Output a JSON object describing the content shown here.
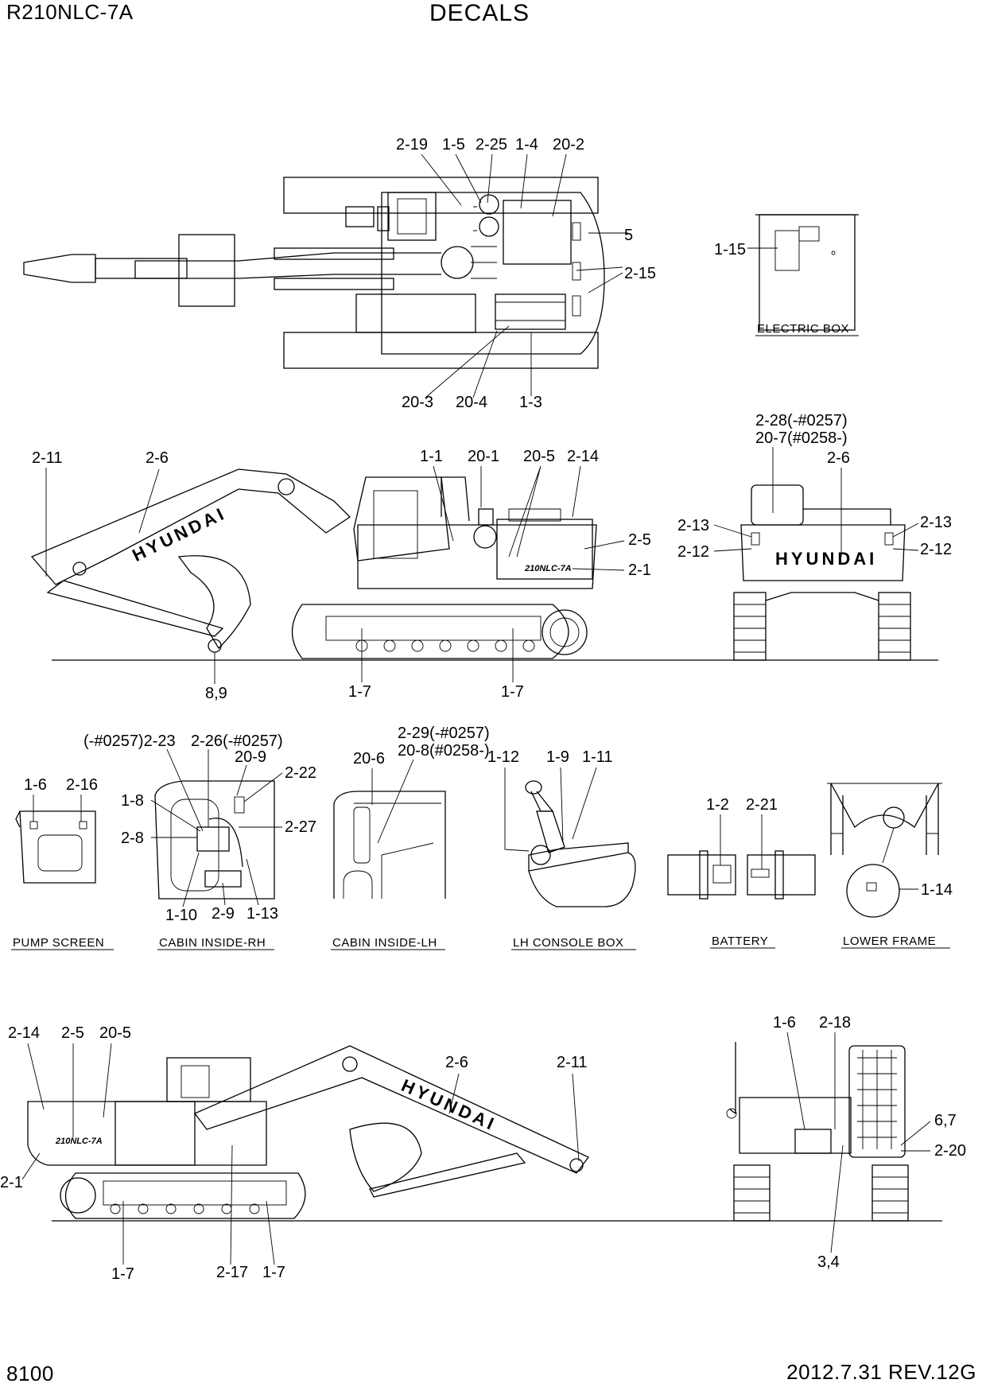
{
  "header": {
    "model": "R210NLC-7A",
    "title": "DECALS"
  },
  "footer": {
    "page": "8100",
    "revision": "2012.7.31  REV.12G"
  },
  "captions": {
    "electric_box": "ELECTRIC BOX",
    "pump_screen": "PUMP SCREEN",
    "cabin_inside_rh": "CABIN INSIDE-RH",
    "cabin_inside_lh": "CABIN INSIDE-LH",
    "lh_console_box": "LH CONSOLE BOX",
    "battery": "BATTERY",
    "lower_frame": "LOWER FRAME"
  },
  "brand": {
    "hyundai": "HYUNDAI",
    "badge": "210NLC-7A"
  },
  "callouts": {
    "top_view": [
      "2-19",
      "1-5",
      "2-25",
      "1-4",
      "20-2",
      "5",
      "2-15",
      "20-3",
      "20-4",
      "1-3",
      "1-15"
    ],
    "side_view": [
      "2-11",
      "2-6",
      "1-1",
      "20-1",
      "20-5",
      "2-14",
      "2-5",
      "2-1",
      "8,9",
      "1-7",
      "1-7"
    ],
    "rear_view": [
      "2-28(-#0257)",
      "20-7(#0258-)",
      "2-6",
      "2-13",
      "2-13",
      "2-12",
      "2-12"
    ],
    "details": [
      "(-#0257)2-23",
      "2-26(-#0257)",
      "20-9",
      "2-22",
      "1-8",
      "2-8",
      "2-27",
      "1-10",
      "2-9",
      "1-13",
      "1-6",
      "2-16",
      "2-29(-#0257)",
      "20-8(#0258-)",
      "20-6",
      "1-12",
      "1-9",
      "1-11",
      "1-2",
      "2-21",
      "1-14"
    ],
    "left_view": [
      "2-14",
      "2-5",
      "20-5",
      "2-1",
      "2-6",
      "2-11",
      "1-7",
      "2-17",
      "1-7"
    ],
    "rear_view_2": [
      "1-6",
      "2-18",
      "6,7",
      "2-20",
      "3,4"
    ]
  }
}
